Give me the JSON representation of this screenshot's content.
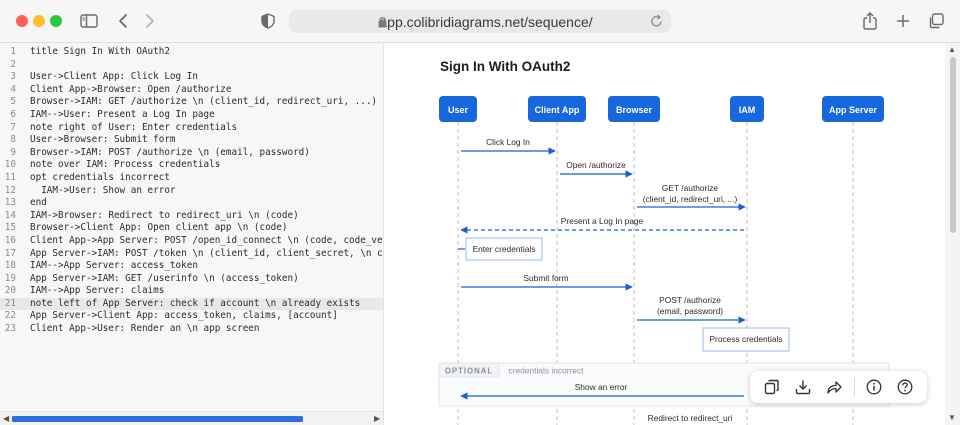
{
  "browser": {
    "url": "app.colibridiagrams.net/sequence/"
  },
  "editor": {
    "lines": [
      {
        "n": "1",
        "text": "title Sign In With OAuth2"
      },
      {
        "n": "2",
        "text": ""
      },
      {
        "n": "3",
        "text": "User->Client App: Click Log In"
      },
      {
        "n": "4",
        "text": "Client App->Browser: Open /authorize"
      },
      {
        "n": "5",
        "text": "Browser->IAM: GET /authorize \\n (client_id, redirect_uri, ...)"
      },
      {
        "n": "6",
        "text": "IAM-->User: Present a Log In page"
      },
      {
        "n": "7",
        "text": "note right of User: Enter credentials"
      },
      {
        "n": "8",
        "text": "User->Browser: Submit form"
      },
      {
        "n": "9",
        "text": "Browser->IAM: POST /authorize \\n (email, password)"
      },
      {
        "n": "10",
        "text": "note over IAM: Process credentials"
      },
      {
        "n": "11",
        "text": "opt credentials incorrect"
      },
      {
        "n": "12",
        "text": "  IAM->User: Show an error"
      },
      {
        "n": "13",
        "text": "end"
      },
      {
        "n": "14",
        "text": "IAM->Browser: Redirect to redirect_uri \\n (code)"
      },
      {
        "n": "15",
        "text": "Browser->Client App: Open client app \\n (code)"
      },
      {
        "n": "16",
        "text": "Client App->App Server: POST /open_id_connect \\n (code, code_verif"
      },
      {
        "n": "17",
        "text": "App Server->IAM: POST /token \\n (client_id, client_secret, \\n code"
      },
      {
        "n": "18",
        "text": "IAM-->App Server: access_token"
      },
      {
        "n": "19",
        "text": "App Server->IAM: GET /userinfo \\n (access_token)"
      },
      {
        "n": "20",
        "text": "IAM-->App Server: claims"
      },
      {
        "n": "21",
        "text": "note left of App Server: check if account \\n already exists"
      },
      {
        "n": "22",
        "text": "App Server->Client App: access_token, claims, [account]"
      },
      {
        "n": "23",
        "text": "Client App->User: Render an \\n app screen"
      }
    ],
    "active_line": "21"
  },
  "diagram": {
    "title": "Sign In With OAuth2",
    "participants": [
      "User",
      "Client App",
      "Browser",
      "IAM",
      "App Server"
    ],
    "messages": [
      {
        "lines": [
          "Click Log In"
        ]
      },
      {
        "lines": [
          "Open /authorize"
        ]
      },
      {
        "lines": [
          "GET /authorize",
          "(client_id, redirect_uri, ...)"
        ]
      },
      {
        "lines": [
          "Present a Log In page"
        ]
      },
      {
        "lines": [
          "Submit form"
        ]
      },
      {
        "lines": [
          "POST /authorize",
          "(email, password)"
        ]
      },
      {
        "lines": [
          "Show an error"
        ]
      },
      {
        "lines": [
          "Redirect to redirect_uri"
        ]
      }
    ],
    "notes": [
      "Enter credentials",
      "Process credentials"
    ],
    "optional_block": {
      "keyword": "OPTIONAL",
      "condition": "credentials incorrect"
    }
  },
  "colors": {
    "participant_fill": "#1668dc",
    "arrow": "#1c5fd1",
    "lifeline": "#bfbfbf"
  },
  "icons": [
    "sidebar-icon",
    "back-chevron-icon",
    "forward-chevron-icon",
    "shield-icon",
    "lock-icon",
    "reload-icon",
    "share-icon",
    "new-tab-plus-icon",
    "tabs-overview-icon",
    "copy-icon",
    "download-icon",
    "share-arrow-icon",
    "info-icon",
    "help-icon"
  ]
}
